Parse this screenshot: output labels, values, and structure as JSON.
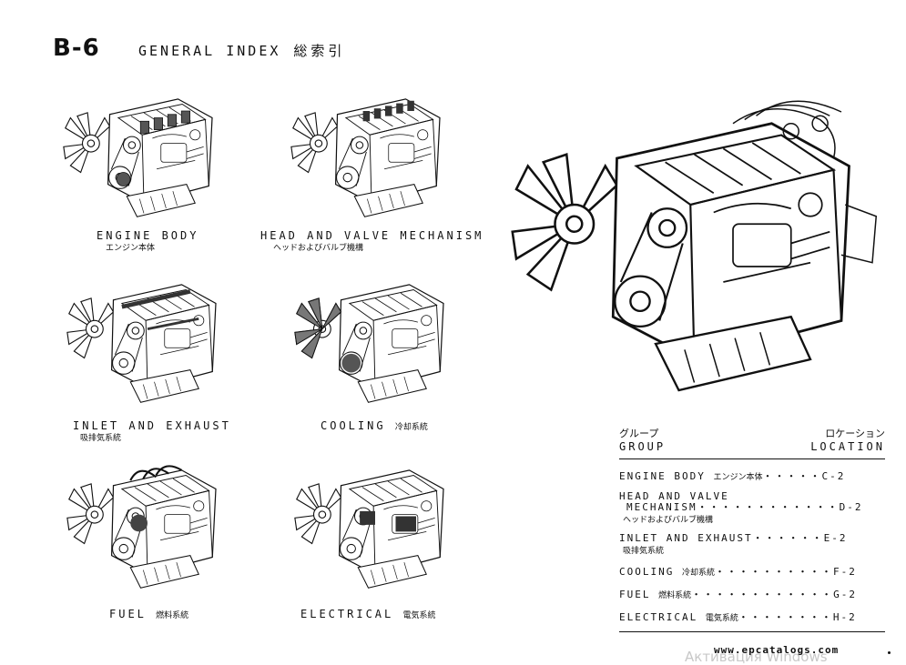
{
  "header": {
    "page_id": "B-6",
    "title_en": "GENERAL INDEX",
    "title_jp": "総索引"
  },
  "sections": [
    {
      "key": "engine-body",
      "en": "ENGINE BODY",
      "jp": "エンジン本体"
    },
    {
      "key": "head-valve",
      "en": "HEAD AND VALVE MECHANISM",
      "jp": "ヘッドおよびバルブ機構"
    },
    {
      "key": "inlet-exhaust",
      "en": "INLET AND EXHAUST",
      "jp": "吸排気系統"
    },
    {
      "key": "cooling",
      "en": "COOLING",
      "jp": "冷却系統"
    },
    {
      "key": "fuel",
      "en": "FUEL",
      "jp": "燃料系統"
    },
    {
      "key": "electrical",
      "en": "ELECTRICAL",
      "jp": "電気系統"
    }
  ],
  "index_table": {
    "group_jp": "グループ",
    "group_en": "GROUP",
    "location_jp": "ロケーション",
    "location_en": "LOCATION",
    "rows": [
      {
        "text": "ENGINE BODY",
        "jp": "エンジン本体",
        "leader": "・・・・・",
        "loc": "C-2"
      },
      {
        "text": "HEAD AND VALVE",
        "text2": "MECHANISM",
        "jp": "ヘッドおよびバルブ機構",
        "leader": "・・・・・・・・・・・・",
        "loc": "D-2"
      },
      {
        "text": "INLET AND EXHAUST",
        "jp": "吸排気系統",
        "leader": "・・・・・・",
        "loc": "E-2"
      },
      {
        "text": "COOLING",
        "jp": "冷却系統",
        "leader": "・・・・・・・・・・",
        "loc": "F-2"
      },
      {
        "text": "FUEL",
        "jp": "燃料系統",
        "leader": "・・・・・・・・・・・・",
        "loc": "G-2"
      },
      {
        "text": "ELECTRICAL",
        "jp": "電気系統",
        "leader": "・・・・・・・・",
        "loc": "H-2"
      }
    ]
  },
  "footer": {
    "url": "www.epcatalogs.com",
    "watermark": "Активация Windows"
  }
}
